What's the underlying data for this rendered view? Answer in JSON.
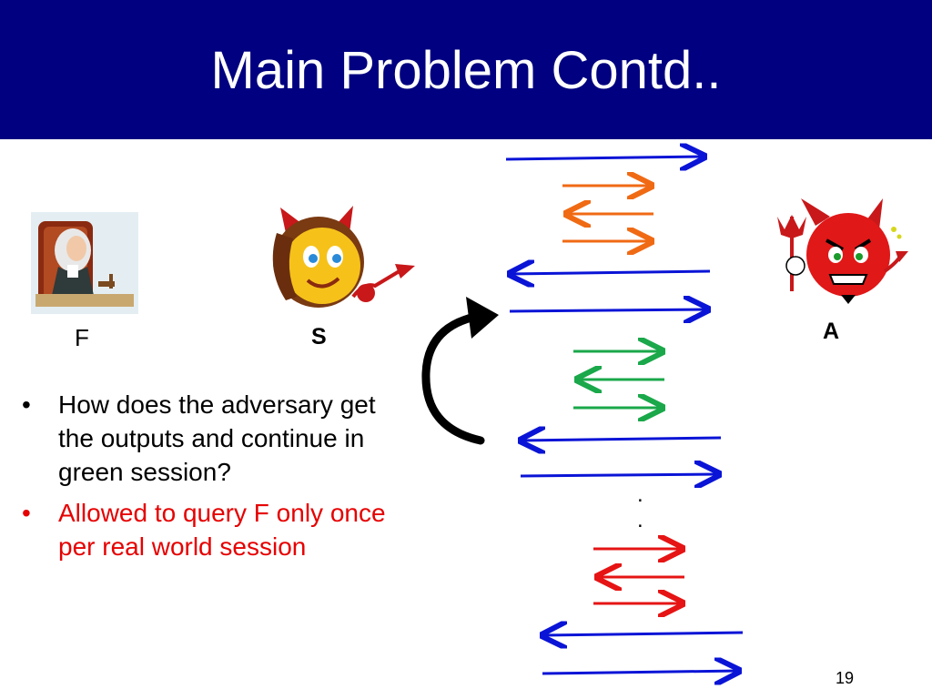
{
  "slide": {
    "title": "Main Problem Contd..",
    "page_number": "19"
  },
  "parties": {
    "f_label": "F",
    "s_label": "S",
    "a_label": "A"
  },
  "bullets": [
    {
      "text": "How does the adversary get the outputs and continue in green session?",
      "color": "#000000"
    },
    {
      "text": "Allowed to query F only once per real world session",
      "color": "#e60000"
    }
  ],
  "colors": {
    "title_bg": "#000080",
    "blue": "#0a14d6",
    "orange": "#f06a14",
    "green": "#1aa84a",
    "red": "#e61414"
  },
  "ellipsis": [
    ".",
    "."
  ]
}
